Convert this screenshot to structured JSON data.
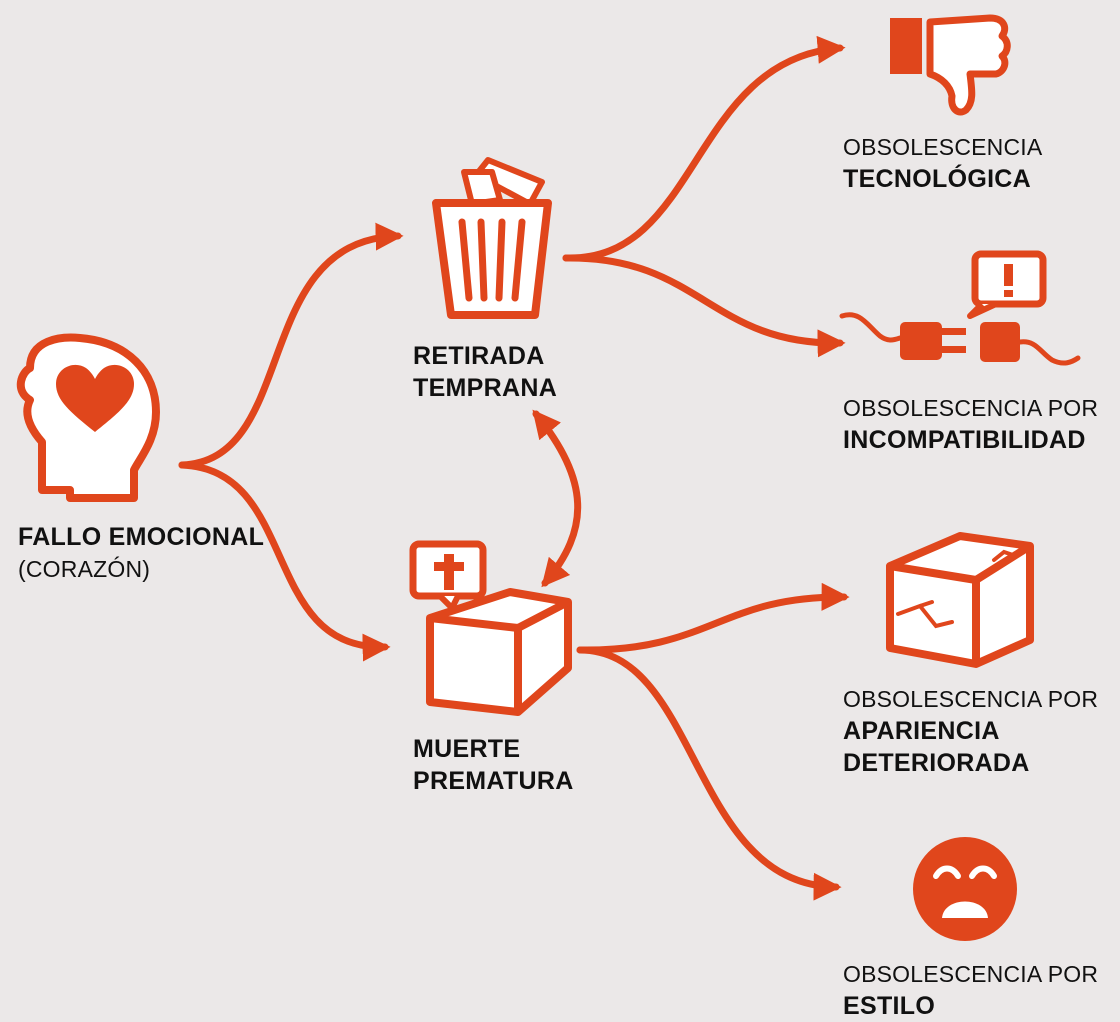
{
  "colors": {
    "accent": "#e0461c",
    "background": "#ebe8e8",
    "text": "#111111"
  },
  "nodes": {
    "source": {
      "line1": "FALLO EMOCIONAL",
      "line2": "(CORAZÓN)",
      "icon": "head-with-heart-icon"
    },
    "early_retirement": {
      "line1": "RETIRADA",
      "line2": "TEMPRANA",
      "icon": "trash-bin-icon"
    },
    "premature_death": {
      "line1": "MUERTE",
      "line2": "PREMATURA",
      "icon": "box-with-cross-icon"
    },
    "technological": {
      "prefix": "OBSOLESCENCIA",
      "line1": "TECNOLÓGICA",
      "icon": "thumbs-down-icon"
    },
    "incompatibility": {
      "prefix": "OBSOLESCENCIA POR",
      "line1": "INCOMPATIBILIDAD",
      "icon": "plug-alert-icon"
    },
    "deteriorated": {
      "prefix": "OBSOLESCENCIA POR",
      "line1": "APARIENCIA",
      "line2": "DETERIORADA",
      "icon": "cracked-box-icon"
    },
    "style": {
      "prefix": "OBSOLESCENCIA POR",
      "line1": "ESTILO",
      "icon": "sad-face-icon"
    }
  }
}
